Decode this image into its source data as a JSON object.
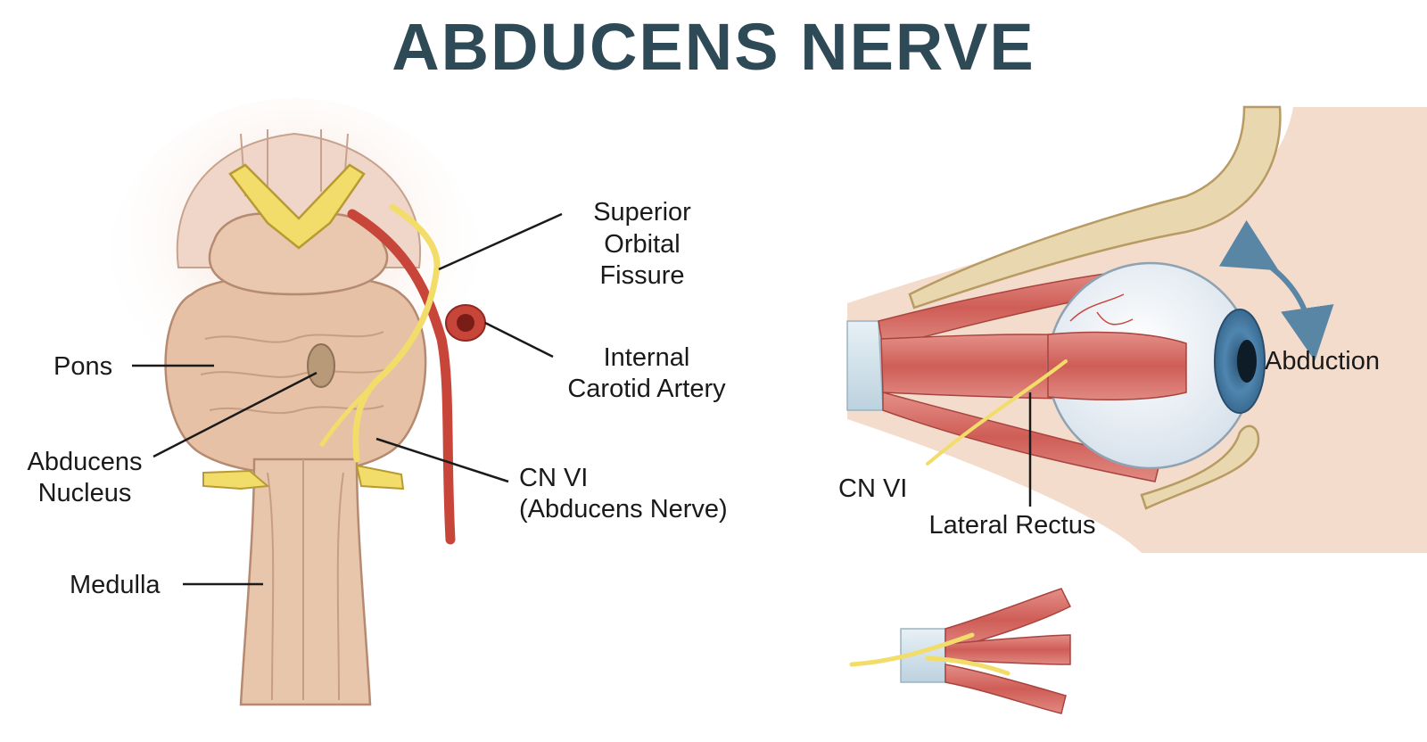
{
  "title": "ABDUCENS NERVE",
  "brainstem_labels": {
    "superior_orbital_fissure": [
      "Superior",
      "Orbital",
      "Fissure"
    ],
    "internal_carotid_artery": [
      "Internal",
      "Carotid Artery"
    ],
    "pons": "Pons",
    "abducens_nucleus": [
      "Abducens",
      "Nucleus"
    ],
    "cn_vi": [
      "CN VI",
      "(Abducens Nerve)"
    ],
    "medulla": "Medulla"
  },
  "orbit_labels": {
    "abduction": "Abduction",
    "cn_vi": "CN VI",
    "lateral_rectus": "Lateral Rectus"
  },
  "colors": {
    "title": "#2e4a57",
    "nerve": "#f2dc6a",
    "artery": "#c8453a",
    "muscle": "#d9716a",
    "tendon": "#d6e6ef",
    "brainstem": "#e8c4ab",
    "bone": "#e9d7b0",
    "iris": "#4f86b0",
    "arrow": "#5a86a6"
  },
  "icons": {
    "abduction_arrow": "double-headed-curved-arrow-icon"
  }
}
